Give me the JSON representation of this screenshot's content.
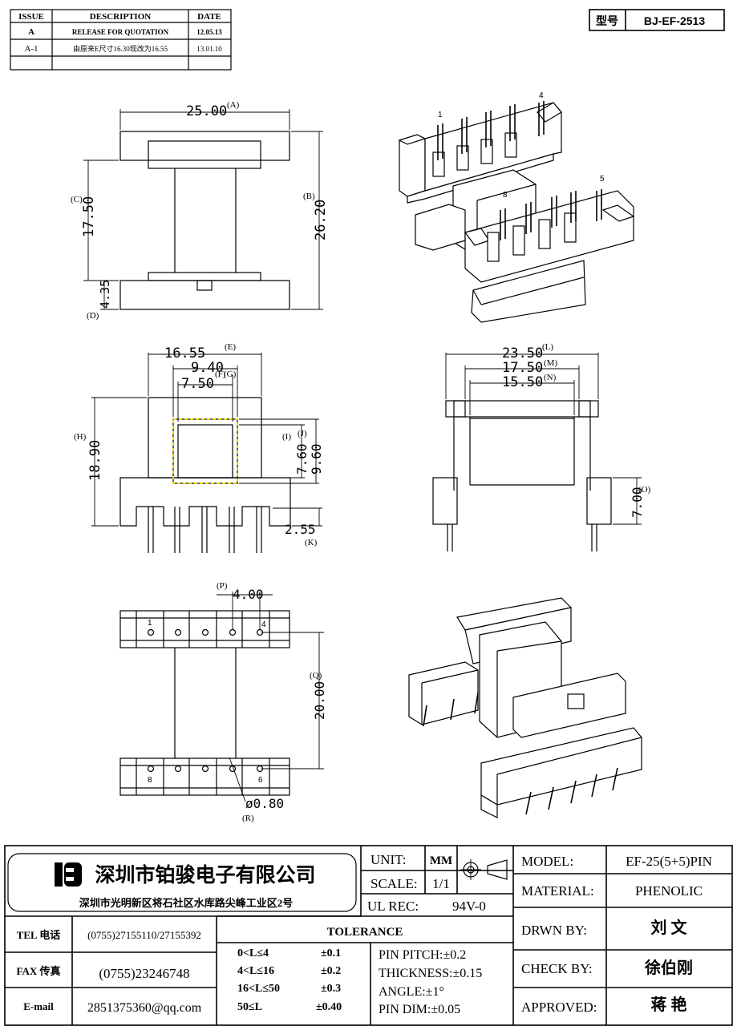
{
  "revision_table": {
    "headers": {
      "issue": "ISSUE",
      "description": "DESCRIPTION",
      "date": "DATE"
    },
    "rows": [
      {
        "issue": "A",
        "description": "RELEASE FOR QUOTATION",
        "date": "12.05.13"
      },
      {
        "issue": "A-1",
        "description": "由原来E尺寸16.30现改为16.55",
        "date": "13.01.10"
      }
    ]
  },
  "model_box": {
    "label": "型号",
    "value": "BJ-EF-2513"
  },
  "dims": {
    "A": "25.00",
    "A_tag": "(A)",
    "B": "26.20",
    "B_tag": "(B)",
    "C": "17.50",
    "C_tag": "(C)",
    "D": "4.35",
    "D_tag": "(D)",
    "E": "16.55",
    "E_tag": "(E)",
    "F": "9.40",
    "F_tag": "(F)",
    "G": "7.50",
    "G_tag": "(G)",
    "H": "18.90",
    "H_tag": "(H)",
    "I": "7.60",
    "I_tag": "(I)",
    "J": "9.60",
    "J_tag": "(J)",
    "K": "2.55",
    "K_tag": "(K)",
    "L": "23.50",
    "L_tag": "(L)",
    "M": "17.50",
    "M_tag": "(M)",
    "N": "15.50",
    "N_tag": "(N)",
    "O": "7.00",
    "O_tag": "(O)",
    "P": "4.00",
    "P_tag": "(P)",
    "Q": "20.00",
    "Q_tag": "(Q)",
    "R": "ø0.80",
    "R_tag": "(R)"
  },
  "pin_labels": {
    "p1": "1",
    "p4": "4",
    "p5": "5",
    "p8": "8",
    "p6": "6"
  },
  "company": {
    "name": "深圳市铂骏电子有限公司",
    "address": "深圳市光明新区将石社区水库路尖峰工业区2号",
    "tel_label": "TEL 电话",
    "tel": "(0755)27155110/27155392",
    "fax_label": "FAX 传真",
    "fax": "(0755)23246748",
    "email_label": "E-mail",
    "email": "2851375360@qq.com"
  },
  "title_block": {
    "unit_label": "UNIT:",
    "unit": "MM",
    "scale_label": "SCALE:",
    "scale": "1/1",
    "ul_label": "UL REC:",
    "ul": "94V-0",
    "model_label": "MODEL:",
    "model": "EF-25(5+5)PIN",
    "material_label": "MATERIAL:",
    "material": "PHENOLIC",
    "drawn_label": "DRWN BY:",
    "drawn": "刘 文",
    "check_label": "CHECK BY:",
    "check": "徐伯刚",
    "approved_label": "APPROVED:",
    "approved": "蒋 艳"
  },
  "tolerance": {
    "title": "TOLERANCE",
    "rows": [
      {
        "range": "0<L≤4",
        "tol": "±0.1"
      },
      {
        "range": "4<L≤16",
        "tol": "±0.2"
      },
      {
        "range": "16<L≤50",
        "tol": "±0.3"
      },
      {
        "range": "50≤L",
        "tol": "±0.40"
      }
    ],
    "pin_pitch": "PIN PITCH:±0.2",
    "thickness": "THICKNESS:±0.15",
    "angle": "ANGLE:±1°",
    "pin_dim": "PIN DIM:±0.05"
  }
}
